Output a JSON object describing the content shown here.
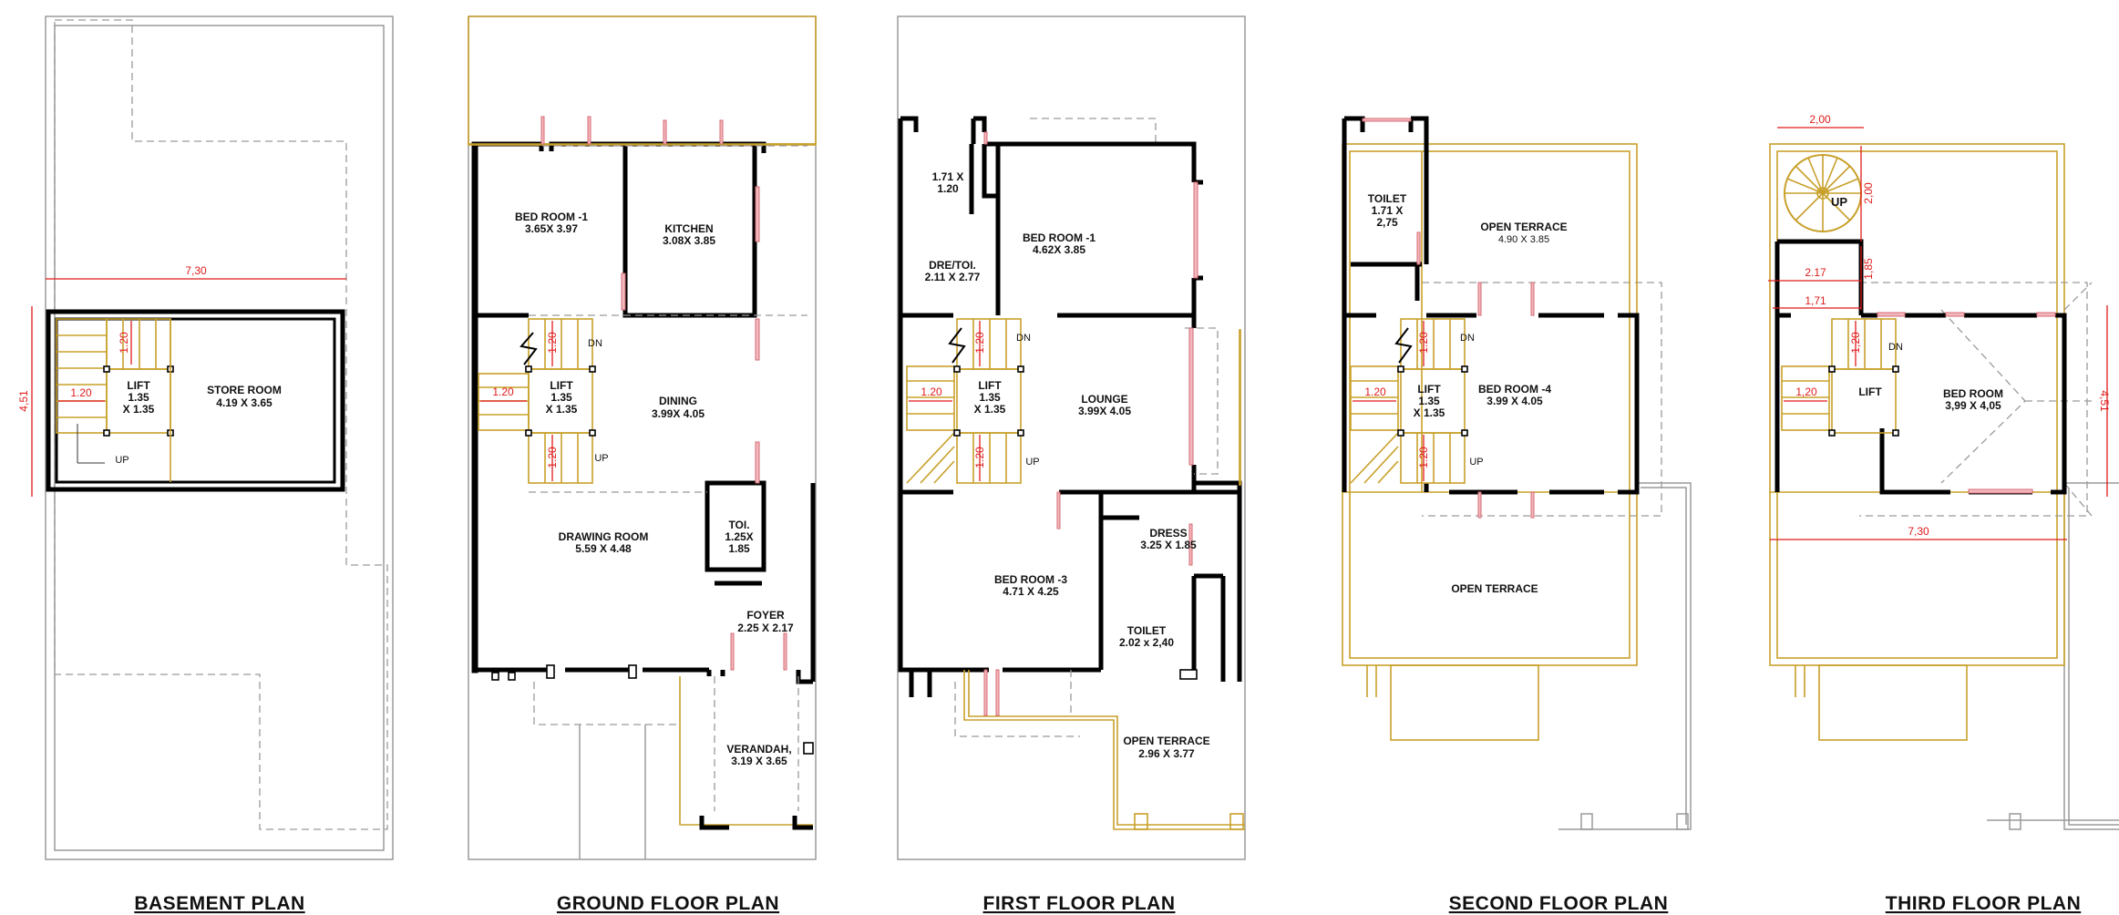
{
  "colors": {
    "wall": "#000000",
    "dimension": "#e01b1b",
    "structure": "#c8a02a",
    "site": "#9a9a9a",
    "glazing": "#f2b8bd"
  },
  "titles": {
    "basement": "BASEMENT PLAN",
    "ground": "GROUND FLOOR PLAN",
    "first": "FIRST FLOOR PLAN",
    "second": "SECOND FLOOR PLAN",
    "third": "THIRD FLOOR PLAN"
  },
  "basement": {
    "lift_name": "LIFT",
    "lift_size": "1.35",
    "lift_size2": "X 1.35",
    "store_name": "STORE ROOM",
    "store_size": "4.19 X 3.65",
    "dim_width": "7,30",
    "dim_height": "4,51",
    "dim_stair": "1.20",
    "dim_landing": "1.20",
    "up": "UP"
  },
  "ground": {
    "bed1_name": "BED ROOM -1",
    "bed1_size": "3.65X 3.97",
    "kitchen_name": "KITCHEN",
    "kitchen_size": "3.08X 3.85",
    "lift_name": "LIFT",
    "lift_size": "1.35",
    "lift_size2": "X 1.35",
    "dining_name": "DINING",
    "dining_size": "3.99X 4.05",
    "drawing_name": "DRAWING ROOM",
    "drawing_size": "5.59 X 4.48",
    "toi_name": "TOI.",
    "toi_size": "1.25X",
    "toi_size2": "1.85",
    "foyer_name": "FOYER",
    "foyer_size": "2.25 X 2.17",
    "verandah_name": "VERANDAH,",
    "verandah_size": "3.19 X 3.65",
    "dim_a": "1.20",
    "dim_b": "1.20",
    "dim_c": "1.20",
    "dn": "DN",
    "up": "UP"
  },
  "first": {
    "small_size": "1.71 X",
    "small_size2": "1.20",
    "dre_name": "DRE/TOI.",
    "dre_size": "2.11 X 2.77",
    "bed1_name": "BED ROOM -1",
    "bed1_size": "4.62X 3.85",
    "lift_name": "LIFT",
    "lift_size": "1.35",
    "lift_size2": "X 1.35",
    "lounge_name": "LOUNGE",
    "lounge_size": "3.99X 4.05",
    "bed3_name": "BED ROOM -3",
    "bed3_size": "4.71 X 4.25",
    "dress_name": "DRESS",
    "dress_size": "3.25 X 1.85",
    "toilet_name": "TOILET",
    "toilet_size": "2.02 x 2,40",
    "terrace_name": "OPEN TERRACE",
    "terrace_size": "2.96 X 3.77",
    "dim_a": "1.20",
    "dim_b": "1.20",
    "dim_c": "1.20",
    "dn": "DN",
    "up": "UP"
  },
  "second": {
    "toilet_name": "TOILET",
    "toilet_size": "1.71 X",
    "toilet_size2": "2,75",
    "terrace1_name": "OPEN TERRACE",
    "terrace1_size": "4.90 X 3.85",
    "lift_name": "LIFT",
    "lift_size": "1.35",
    "lift_size2": "X 1.35",
    "bed4_name": "BED ROOM -4",
    "bed4_size": "3.99 X 4.05",
    "terrace2_name": "OPEN TERRACE",
    "dim_a": "1.20",
    "dim_b": "1.20",
    "dim_c": "1.20",
    "dn": "DN",
    "up": "UP"
  },
  "third": {
    "lift_name": "LIFT",
    "bed_name": "BED ROOM",
    "bed_size": "3,99 X 4,05",
    "up": "UP",
    "dn": "DN",
    "dim_top": "2,00",
    "dim_stair_v": "2,00",
    "dim_185": "1,85",
    "dim_217": "2.17",
    "dim_171": "1,71",
    "dim_120v": "1,20",
    "dim_120h": "1,20",
    "dim_451": "4,51",
    "dim_730": "7,30"
  }
}
